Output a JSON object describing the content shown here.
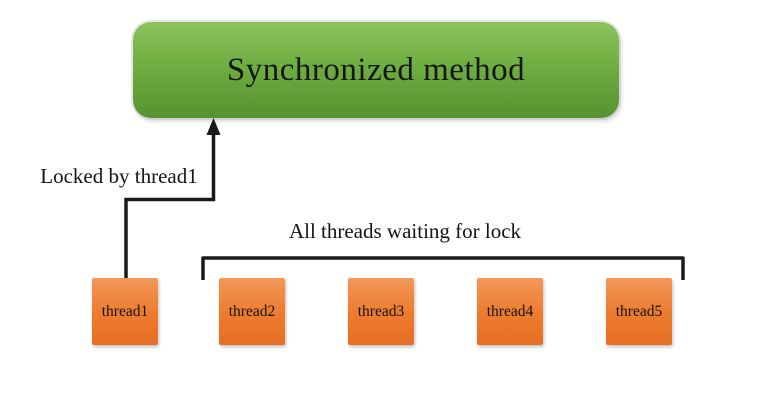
{
  "title_box": {
    "label": "Synchronized method"
  },
  "arrow_label": "Locked by thread1",
  "bracket_label": "All threads waiting for lock",
  "threads": [
    {
      "label": "thread1"
    },
    {
      "label": "thread2"
    },
    {
      "label": "thread3"
    },
    {
      "label": "thread4"
    },
    {
      "label": "thread5"
    }
  ],
  "colors": {
    "green_box_top": "#8bc25c",
    "green_box_bottom": "#579231",
    "orange_box_top": "#f2985a",
    "orange_box_bottom": "#e56f22",
    "line": "#1a1a1a",
    "text": "#141414",
    "background": "#ffffff"
  }
}
